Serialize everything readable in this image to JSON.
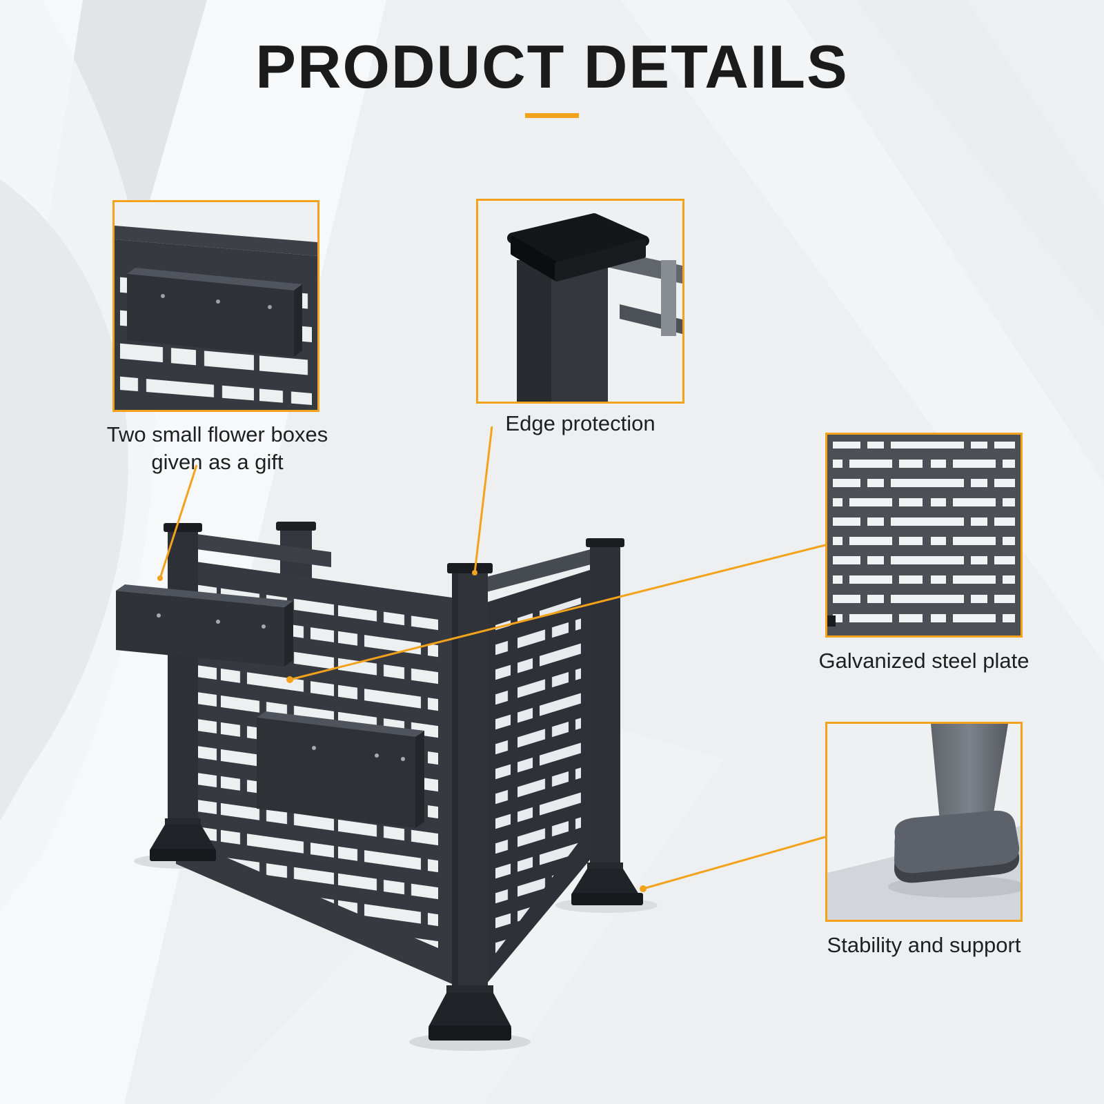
{
  "page": {
    "title": "PRODUCT DETAILS"
  },
  "theme": {
    "accent": "#F2A31B",
    "metal_dark": "#33373D",
    "slot_light": "#EDEFF1",
    "background": "#EDEFF1",
    "text": "#1F1F1F"
  },
  "callouts": [
    {
      "id": "flower-boxes",
      "label": "Two small flower boxes given as a gift",
      "photo": "flower-box-closeup"
    },
    {
      "id": "edge-protection",
      "label": "Edge protection",
      "photo": "post-cap-closeup"
    },
    {
      "id": "steel-plate",
      "label": "Galvanized steel plate",
      "photo": "perforated-plate-closeup"
    },
    {
      "id": "stability",
      "label": "Stability and support",
      "photo": "foot-base-closeup"
    }
  ]
}
